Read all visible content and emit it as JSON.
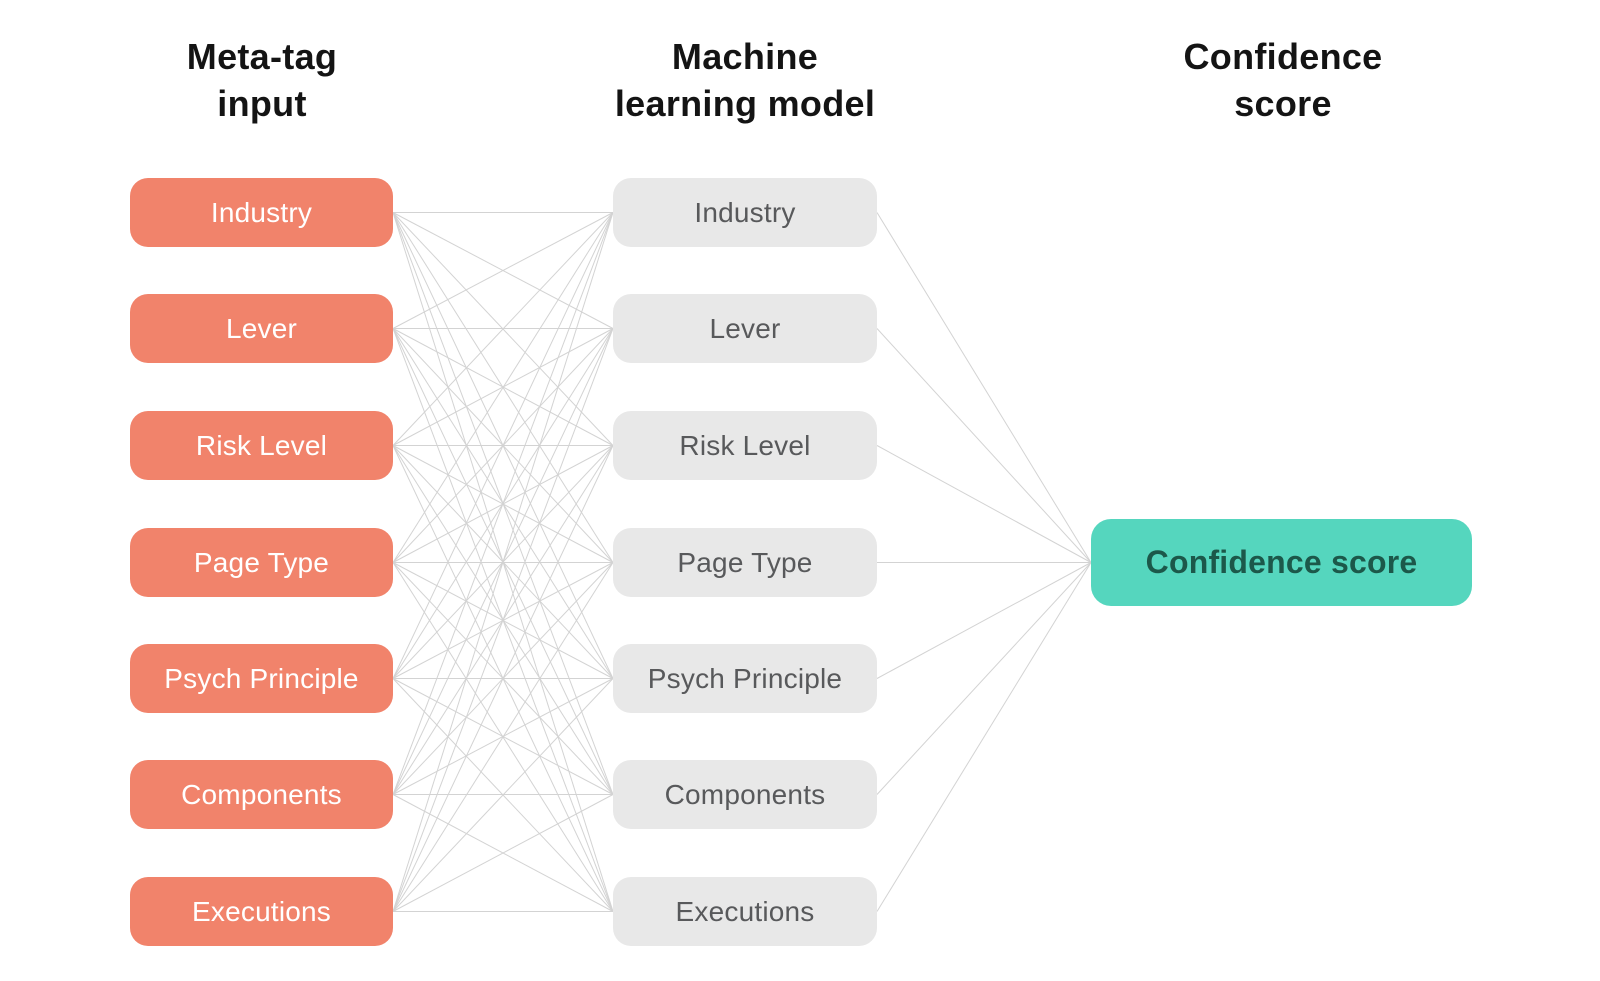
{
  "columns": [
    {
      "heading": {
        "line1": "Meta-tag",
        "line2": "input"
      },
      "nodes": [
        "Industry",
        "Lever",
        "Risk Level",
        "Page Type",
        "Psych Principle",
        "Components",
        "Executions"
      ]
    },
    {
      "heading": {
        "line1": "Machine",
        "line2": "learning model"
      },
      "nodes": [
        "Industry",
        "Lever",
        "Risk Level",
        "Page Type",
        "Psych Principle",
        "Components",
        "Executions"
      ]
    },
    {
      "heading": {
        "line1": "Confidence",
        "line2": "score"
      },
      "nodes": [
        "Confidence score"
      ]
    }
  ],
  "colors": {
    "input_node_bg": "#F1836B",
    "input_node_text": "#FFFFFF",
    "model_node_bg": "#E8E8E8",
    "model_node_text": "#58595B",
    "output_node_bg": "#55D6BE",
    "output_node_text": "#1C584A",
    "connector": "#D3D3D3",
    "heading_text": "#141414",
    "background": "#FFFFFF"
  }
}
